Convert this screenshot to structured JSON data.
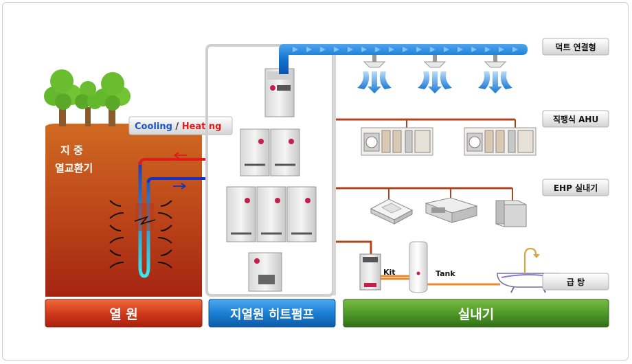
{
  "ground": {
    "exchanger_line1": "지  중",
    "exchanger_line2": "열교환기"
  },
  "mode_tag": {
    "cooling": "Cooling",
    "separator": " / ",
    "heating": "Heating"
  },
  "footer": {
    "heat_source": "열  원",
    "heat_pump": "지열원 히트펌프",
    "indoor": "실내기"
  },
  "indoor_types": {
    "duct": "덕트 연결형",
    "ahu": "직팽식 AHU",
    "ehp": "EHP 실내기",
    "hot_water": "급  탕"
  },
  "hot_water_parts": {
    "kit": "Kit",
    "tank": "Tank"
  },
  "colors": {
    "ground_top": "#c8571a",
    "ground_bottom": "#a82a12",
    "hot_line": "#e01b1b",
    "cold_line": "#1232c8",
    "duct_blue": "#1573d2",
    "pipe_brown": "#b0441e",
    "hot_water_pipe": "#e8892c",
    "footer_red": "#c8341c",
    "footer_blue": "#1a7fd0",
    "footer_green": "#4d9a2a",
    "tree_green": "#64b82c"
  }
}
